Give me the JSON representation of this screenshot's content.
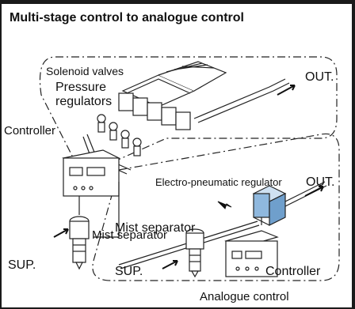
{
  "title": "Multi-stage control to analogue control",
  "labels": {
    "solenoid_valves": "Solenoid valves",
    "pressure": "Pressure",
    "regulators": "regulators",
    "controller_top": "Controller",
    "out_top": "OUT.",
    "epr": "Electro-pneumatic regulator",
    "out_bottom": "OUT.",
    "mist_separator_1": "Mist separator",
    "mist_separator_2": "Mist separator",
    "sup_left": "SUP.",
    "sup_bottom": "SUP.",
    "controller_bottom": "Controller",
    "analogue_control": "Analogue control"
  },
  "colors": {
    "accent": "#8fb8de",
    "line": "#222222"
  }
}
